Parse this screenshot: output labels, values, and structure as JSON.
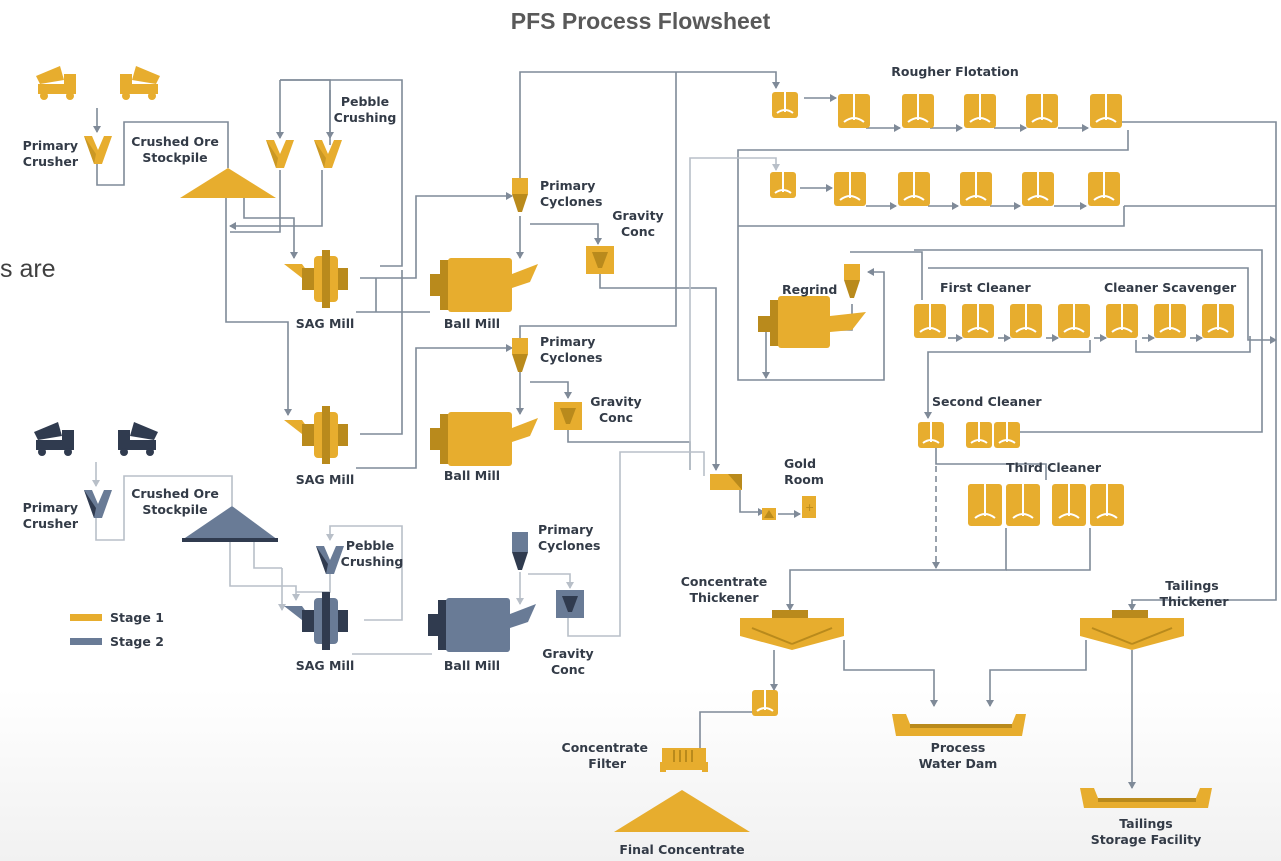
{
  "title": "PFS Process Flowsheet",
  "clipped_text": "s are",
  "colors": {
    "stage1": "#e7ad2e",
    "stage1_dark": "#b98a1c",
    "stage2": "#697b96",
    "stage2_dark": "#303b4f",
    "line": "#7f8a98",
    "line_light": "#b8bfc8"
  },
  "legend": {
    "stage1": "Stage 1",
    "stage2": "Stage 2"
  },
  "labels": {
    "primary_crusher_1": [
      "Primary",
      "Crusher"
    ],
    "crushed_ore_1": [
      "Crushed Ore",
      "Stockpile"
    ],
    "pebble_crushing_1": [
      "Pebble",
      "Crushing"
    ],
    "sag_mill_1a": "SAG Mill",
    "ball_mill_1a": "Ball Mill",
    "primary_cyclones_1a": [
      "Primary",
      "Cyclones"
    ],
    "gravity_conc_1a": [
      "Gravity",
      "Conc"
    ],
    "sag_mill_1b": "SAG Mill",
    "ball_mill_1b": "Ball Mill",
    "primary_cyclones_1b": [
      "Primary",
      "Cyclones"
    ],
    "gravity_conc_1b": [
      "Gravity",
      "Conc"
    ],
    "primary_crusher_2": [
      "Primary",
      "Crusher"
    ],
    "crushed_ore_2": [
      "Crushed Ore",
      "Stockpile"
    ],
    "pebble_crushing_2": [
      "Pebble",
      "Crushing"
    ],
    "sag_mill_2": "SAG Mill",
    "ball_mill_2": "Ball Mill",
    "primary_cyclones_2": [
      "Primary",
      "Cyclones"
    ],
    "gravity_conc_2": [
      "Gravity",
      "Conc"
    ],
    "rougher_flotation": "Rougher Flotation",
    "regrind": "Regrind",
    "first_cleaner": "First Cleaner",
    "cleaner_scavenger": "Cleaner Scavenger",
    "second_cleaner": "Second Cleaner",
    "third_cleaner": "Third Cleaner",
    "gold_room": [
      "Gold",
      "Room"
    ],
    "concentrate_thickener": [
      "Concentrate",
      "Thickener"
    ],
    "tailings_thickener": [
      "Tailings",
      "Thickener"
    ],
    "process_water_dam": [
      "Process",
      "Water Dam"
    ],
    "concentrate_filter": [
      "Concentrate",
      "Filter"
    ],
    "final_concentrate": "Final Concentrate",
    "tailings_storage": [
      "Tailings",
      "Storage Facility"
    ]
  }
}
